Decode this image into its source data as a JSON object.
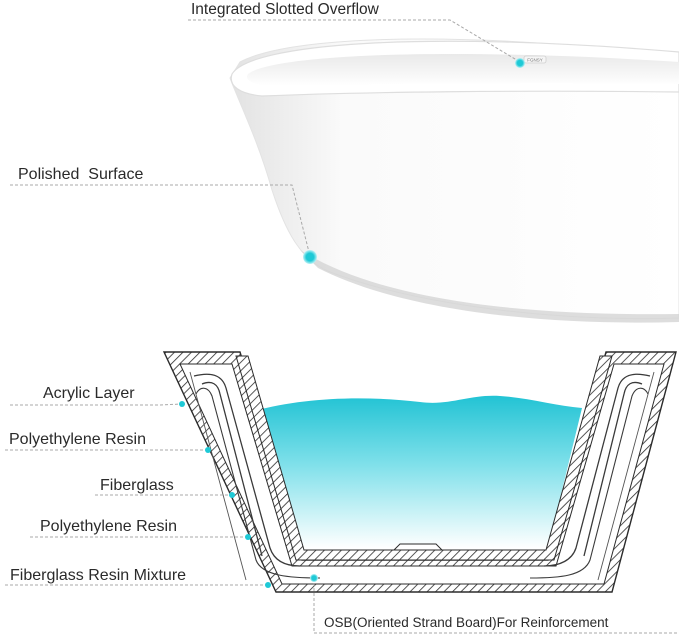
{
  "callouts": {
    "overflow": "Integrated Slotted Overflow",
    "surface": "Polished  Surface",
    "acrylic": "Acrylic Layer",
    "resin1": "Polyethylene Resin",
    "fiberglass": "Fiberglass",
    "resin2": "Polyethylene Resin",
    "mixture": "Fiberglass Resin Mixture",
    "osb": "OSB(Oriented Strand Board)For Reinforcement"
  },
  "overflow_badge": "FGNSY",
  "colors": {
    "accent": "#1ec9d6",
    "water_top": "#2ec7d6",
    "tub_white": "#ffffff",
    "tub_shade": "#d9d9d9",
    "leader_line": "#a9a9a9"
  }
}
